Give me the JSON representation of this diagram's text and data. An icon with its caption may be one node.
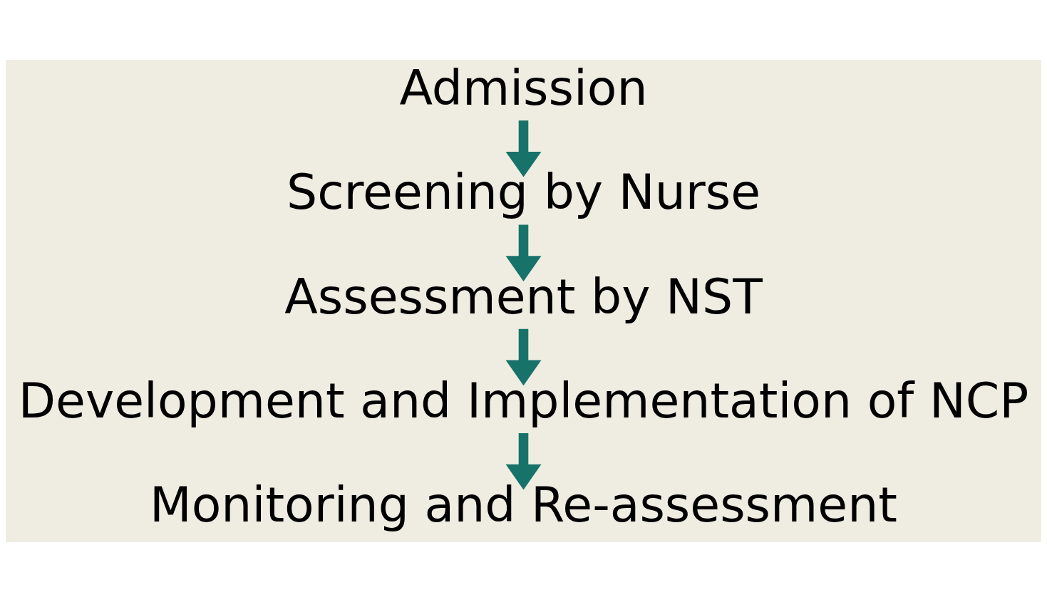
{
  "diagram": {
    "nodes": [
      {
        "text": [
          "Admission"
        ]
      },
      {
        "text": [
          "Screening by Nurse"
        ]
      },
      {
        "text": [
          "Assessment by NST"
        ]
      },
      {
        "text": [
          "Development and Implementation of NCP"
        ]
      },
      {
        "text": [
          "Monitoring and Re-assessment"
        ]
      }
    ],
    "edges": [
      {
        "from": 0,
        "to": 1,
        "arrow": "to"
      },
      {
        "from": 1,
        "to": 2,
        "arrow": "to"
      },
      {
        "from": 2,
        "to": 3,
        "arrow": "to"
      },
      {
        "from": 3,
        "to": 4,
        "arrow": "to"
      }
    ]
  }
}
